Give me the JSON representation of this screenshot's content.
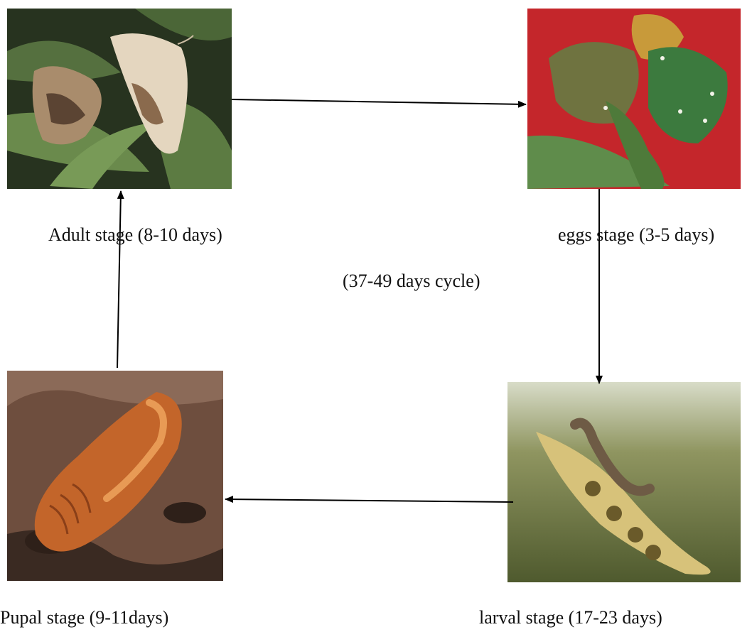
{
  "diagram": {
    "cycle_label": "(37-49 days cycle)",
    "stages": [
      {
        "id": "adult",
        "label": "Adult stage (8-10 days)"
      },
      {
        "id": "eggs",
        "label": "eggs stage (3-5 days)"
      },
      {
        "id": "larval",
        "label": "larval stage (17-23 days)"
      },
      {
        "id": "pupal",
        "label": "Pupal stage (9-11days)"
      }
    ],
    "arrows": [
      {
        "from": "adult",
        "to": "eggs"
      },
      {
        "from": "eggs",
        "to": "larval"
      },
      {
        "from": "larval",
        "to": "pupal"
      },
      {
        "from": "pupal",
        "to": "adult"
      }
    ]
  }
}
